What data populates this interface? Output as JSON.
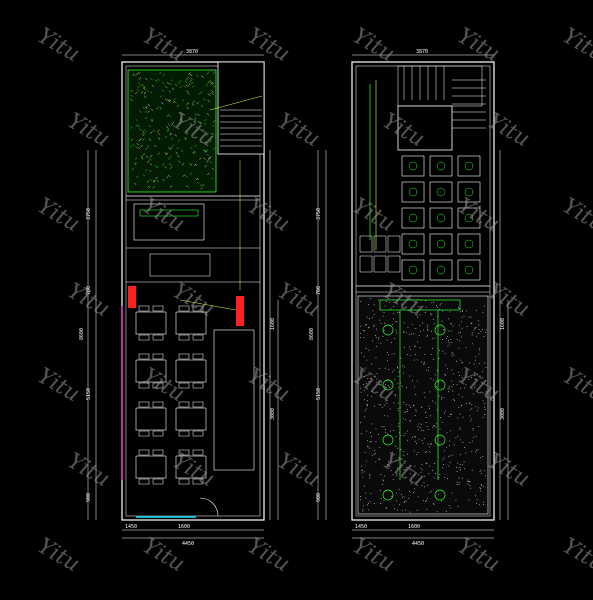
{
  "watermark": {
    "text": "Yitu",
    "color": "#9a9a9a"
  },
  "colors": {
    "background": "#000000",
    "wall": "#ffffff",
    "furniture": "#ffffff",
    "accent_green": "#2aff2a",
    "accent_yellow": "#e8ff1a",
    "accent_red": "#ff2020",
    "accent_magenta": "#ff2bd6",
    "accent_cyan": "#18e0ff"
  },
  "left_plan": {
    "dimensions": {
      "top": "3870",
      "left_upper": "3750",
      "left_mid": "700",
      "left_total": "8600",
      "left_lower": "5150",
      "left_bottom": "900",
      "bottom_a": "1450",
      "bottom_b": "1600",
      "bottom_total": "4450",
      "right_a": "1600",
      "right_b": "3000"
    }
  },
  "right_plan": {
    "dimensions": {
      "top": "3870",
      "left_upper": "3750",
      "left_mid": "700",
      "left_total": "8600",
      "left_lower": "5150",
      "left_bottom": "900",
      "bottom_a": "1450",
      "bottom_b": "1600",
      "bottom_total": "4450",
      "right_a": "1600",
      "right_b": "3000"
    }
  }
}
